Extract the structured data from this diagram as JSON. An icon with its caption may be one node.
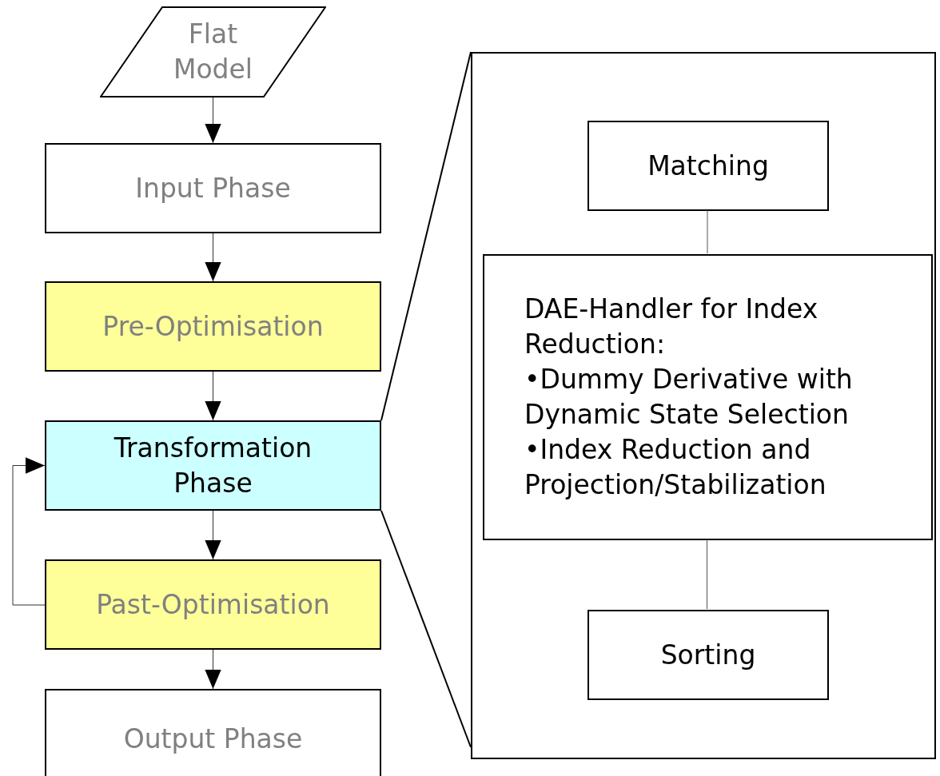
{
  "diagram": {
    "nodes": [
      {
        "text": [
          "Flat Model"
        ]
      },
      {
        "text": [
          "Input Phase"
        ]
      },
      {
        "text": [
          "Pre-Optimisation"
        ]
      },
      {
        "text": [
          "Transformation Phase"
        ]
      },
      {
        "text": [
          "Past-Optimisation"
        ]
      },
      {
        "text": [
          "Output Phase"
        ]
      },
      {
        "text": [],
        "shape": "box"
      },
      {
        "text": [
          "Matching"
        ],
        "in": 6
      },
      {
        "text": [
          "DAE-Handler for Index Reduction:",
          "•Dummy Derivative with Dynamic State Selection",
          "•Index Reduction and Projection/Stabilization"
        ],
        "in": 6
      },
      {
        "text": [
          "Sorting"
        ],
        "in": 6
      }
    ],
    "edges": [
      {
        "from": 0,
        "to": 1,
        "arrow": "to"
      },
      {
        "from": 1,
        "to": 2,
        "arrow": "to"
      },
      {
        "from": 2,
        "to": 3,
        "arrow": "to"
      },
      {
        "from": 3,
        "to": 4,
        "arrow": "to"
      },
      {
        "from": 4,
        "to": 5,
        "arrow": "to"
      },
      {
        "from": 4,
        "to": 3,
        "arrow": "to"
      },
      {
        "from": 3,
        "to": 6,
        "arrow": "none"
      },
      {
        "from": 3,
        "to": 6,
        "arrow": "none"
      },
      {
        "from": 7,
        "to": 8,
        "arrow": "none"
      },
      {
        "from": 8,
        "to": 9,
        "arrow": "none"
      }
    ]
  }
}
